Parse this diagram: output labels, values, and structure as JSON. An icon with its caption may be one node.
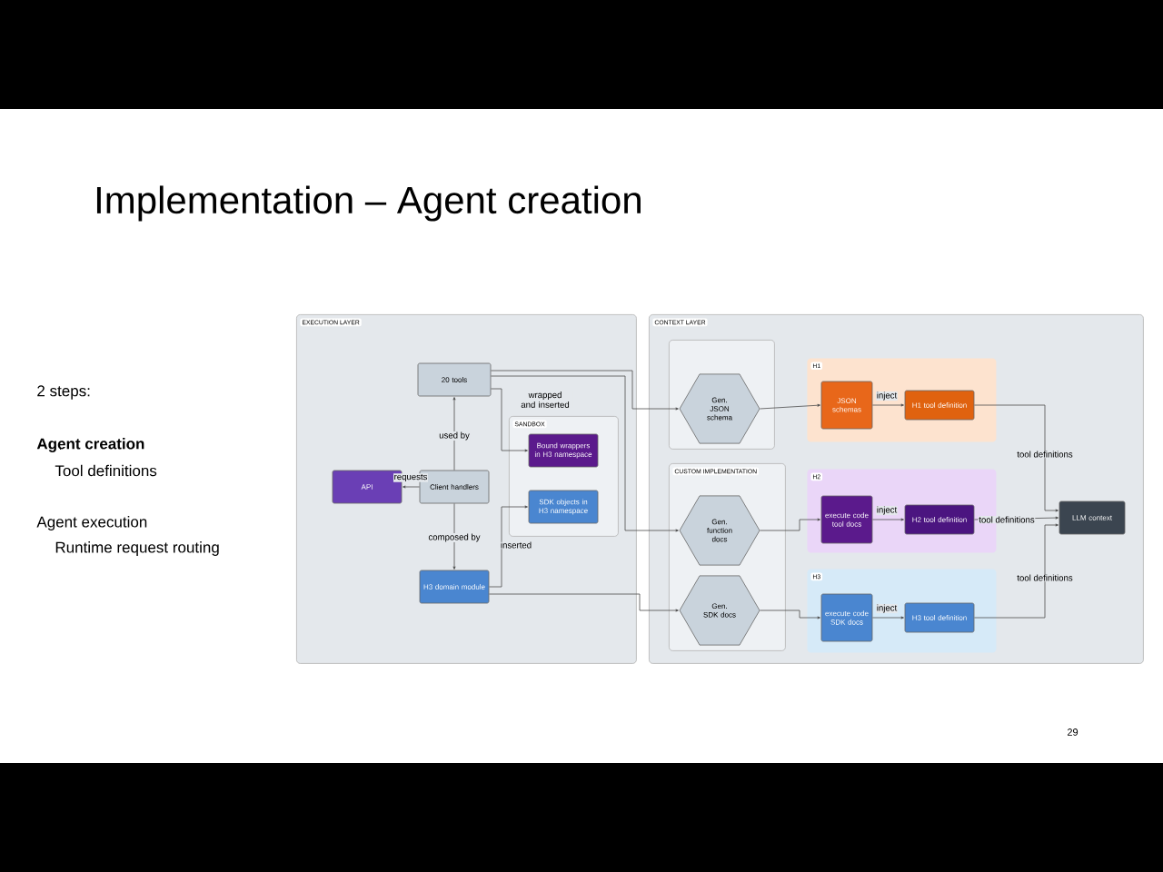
{
  "diagram": {
    "title": "Implementation – Agent creation",
    "nodes": [
      {
        "text": [
          "EXECUTION LAYER"
        ]
      },
      {
        "text": [
          "20 tools"
        ],
        "in": 0
      },
      {
        "text": [
          "SANDBOX"
        ],
        "in": 0
      },
      {
        "text": [
          "Bound wrappers in H3 namespace"
        ],
        "in": 2
      },
      {
        "text": [
          "SDK objects in H3 namespace"
        ],
        "in": 2
      },
      {
        "text": [
          "API"
        ],
        "in": 0
      },
      {
        "text": [
          "Client handlers"
        ],
        "in": 0
      },
      {
        "text": [
          "H3 domain module"
        ],
        "in": 0
      },
      {
        "text": [
          "CONTEXT LAYER"
        ]
      },
      {
        "text": [],
        "shape": "box",
        "in": 8
      },
      {
        "text": [
          "Gen. JSON schema"
        ],
        "in": 9
      },
      {
        "text": [
          "CUSTOM IMPLEMENTATION"
        ],
        "in": 8
      },
      {
        "text": [
          "Gen. function docs"
        ],
        "in": 11
      },
      {
        "text": [
          "Gen. SDK docs"
        ],
        "in": 11
      },
      {
        "text": [
          "H1"
        ],
        "in": 8
      },
      {
        "text": [
          "JSON schemas"
        ],
        "in": 14
      },
      {
        "text": [
          "H1 tool definition"
        ],
        "in": 14
      },
      {
        "text": [
          "H2"
        ],
        "in": 8
      },
      {
        "text": [
          "execute code tool docs"
        ],
        "in": 17
      },
      {
        "text": [
          "H2 tool definition"
        ],
        "in": 17
      },
      {
        "text": [
          "H3"
        ],
        "in": 8
      },
      {
        "text": [
          "execute code SDK docs"
        ],
        "in": 20
      },
      {
        "text": [
          "H3 tool definition"
        ],
        "in": 20
      },
      {
        "text": [
          "LLM context"
        ],
        "in": 8
      }
    ],
    "edges": [
      {
        "from": 6,
        "to": 1,
        "arrow": "to",
        "label": "used by"
      },
      {
        "from": 6,
        "to": 5,
        "arrow": "to",
        "label": "requests"
      },
      {
        "from": 6,
        "to": 7,
        "arrow": "to",
        "label": "composed by"
      },
      {
        "from": 1,
        "to": 3,
        "arrow": "to",
        "label": "wrapped and inserted"
      },
      {
        "from": 7,
        "to": 4,
        "arrow": "to",
        "label": "inserted"
      },
      {
        "from": 1,
        "to": 10,
        "arrow": "to"
      },
      {
        "from": 1,
        "to": 12,
        "arrow": "to"
      },
      {
        "from": 7,
        "to": 13,
        "arrow": "to"
      },
      {
        "from": 10,
        "to": 15,
        "arrow": "to"
      },
      {
        "from": 12,
        "to": 18,
        "arrow": "to"
      },
      {
        "from": 13,
        "to": 21,
        "arrow": "to"
      },
      {
        "from": 15,
        "to": 16,
        "arrow": "to",
        "label": "inject"
      },
      {
        "from": 18,
        "to": 19,
        "arrow": "to",
        "label": "inject"
      },
      {
        "from": 21,
        "to": 22,
        "arrow": "to",
        "label": "inject"
      },
      {
        "from": 16,
        "to": 23,
        "arrow": "to",
        "label": "tool definitions"
      },
      {
        "from": 19,
        "to": 23,
        "arrow": "to",
        "label": "tool definitions"
      },
      {
        "from": 22,
        "to": 23,
        "arrow": "to",
        "label": "tool definitions"
      }
    ],
    "labels": [
      "2 steps:",
      "Agent creation",
      "Tool definitions",
      "Agent execution",
      "Runtime request routing",
      "29"
    ]
  }
}
